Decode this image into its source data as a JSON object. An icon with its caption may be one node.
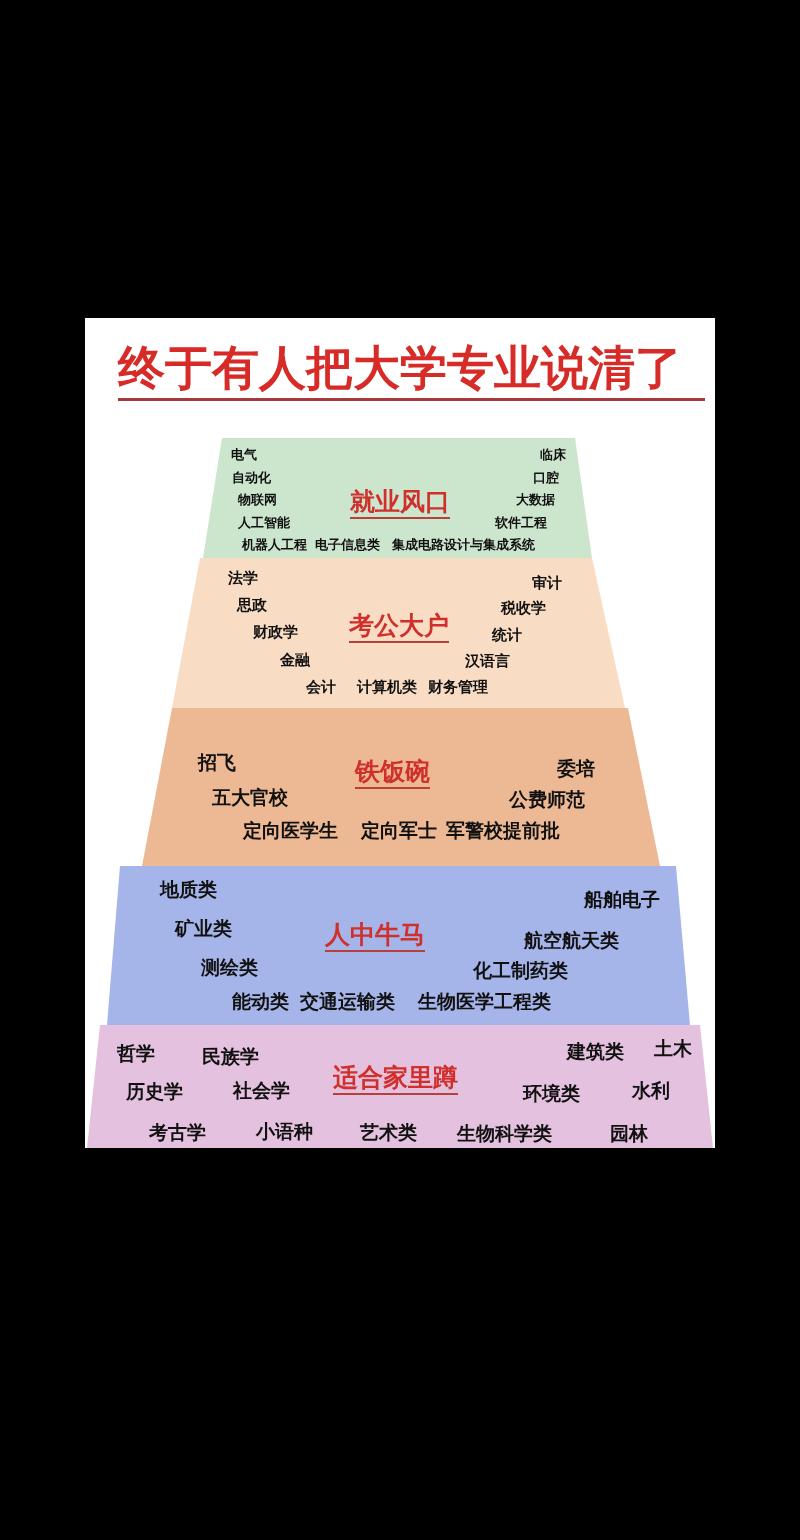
{
  "diagram": {
    "title": "终于有人把大学专业说清了",
    "nodes": [
      {
        "text": [
          "电气",
          "临床",
          "自动化",
          "口腔",
          "物联网",
          "就业风口",
          "大数据",
          "人工智能",
          "软件工程",
          "机器人工程",
          "电子信息类",
          "集成电路设计与集成系统"
        ]
      },
      {
        "text": [
          "法学",
          "审计",
          "思政",
          "税收学",
          "财政学",
          "考公大户",
          "统计",
          "金融",
          "汉语言",
          "会计",
          "计算机类",
          "财务管理"
        ]
      },
      {
        "text": [
          "招飞",
          "铁饭碗",
          "委培",
          "五大官校",
          "公费师范",
          "定向医学生",
          "定向军士",
          "军警校提前批"
        ]
      },
      {
        "text": [
          "地质类",
          "船舶电子",
          "矿业类",
          "人中牛马",
          "航空航天类",
          "测绘类",
          "化工制药类",
          "能动类",
          "交通运输类",
          "生物医学工程类"
        ]
      },
      {
        "text": [
          "哲学",
          "民族学",
          "建筑类",
          "土木",
          "历史学",
          "社会学",
          "适合家里蹲",
          "环境类",
          "水利",
          "考古学",
          "小语种",
          "艺术类",
          "生物科学类",
          "园林"
        ]
      }
    ]
  }
}
